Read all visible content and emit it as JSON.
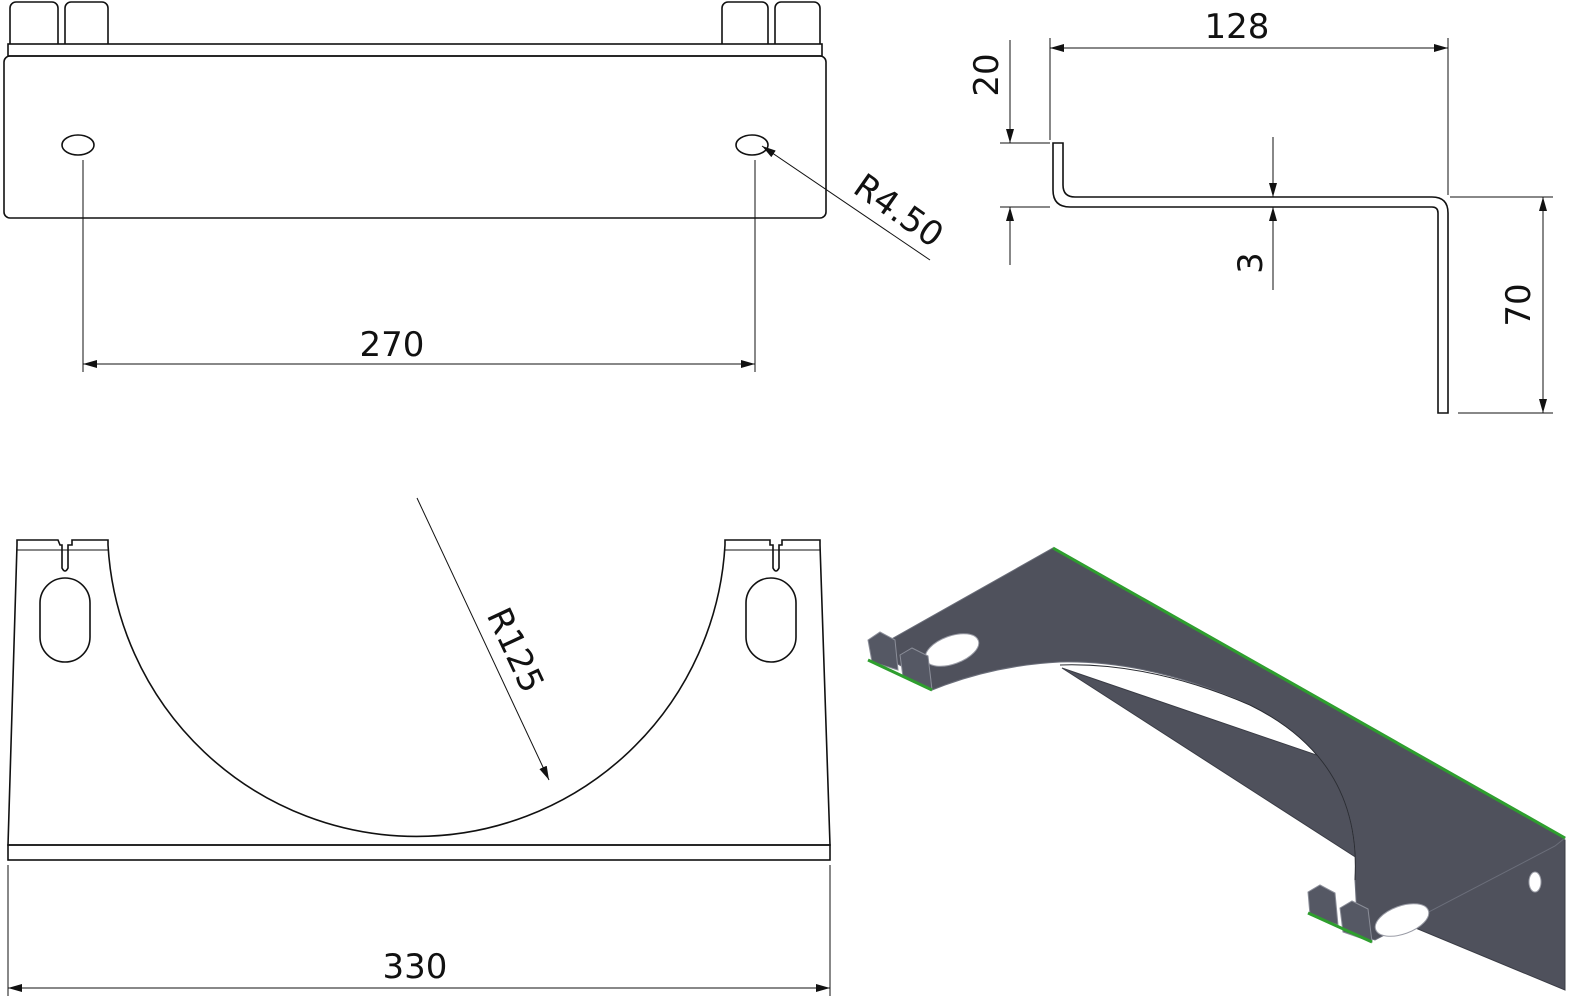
{
  "views": {
    "top_view": {
      "hole_spacing": "270",
      "hole_radius": "R4.50"
    },
    "side_view": {
      "width": "128",
      "flange_height": "20",
      "thickness": "3",
      "height": "70"
    },
    "front_view": {
      "arc_radius": "R125",
      "overall_width": "330"
    },
    "isometric_view": {
      "face_color": "#4f515c",
      "edge_color": "#2e9e2e"
    }
  }
}
